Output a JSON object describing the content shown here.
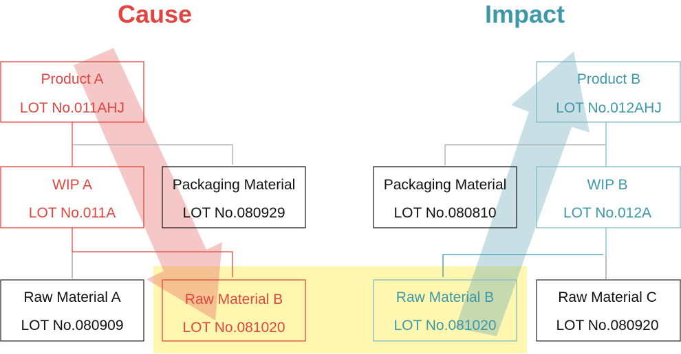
{
  "colors": {
    "cause": "#e0463f",
    "impact": "#3d98a8",
    "neutral": "#111111",
    "highlight": "#fff7b0"
  },
  "cause": {
    "title": "Cause",
    "product": {
      "name": "Product A",
      "lot": "LOT No.011AHJ"
    },
    "wip": {
      "name": "WIP A",
      "lot": "LOT No.011A"
    },
    "packaging": {
      "name": "Packaging Material",
      "lot": "LOT No.080929"
    },
    "raw_a": {
      "name": "Raw Material A",
      "lot": "LOT No.080909"
    },
    "raw_b": {
      "name": "Raw Material B",
      "lot": "LOT No.081020"
    }
  },
  "impact": {
    "title": "Impact",
    "product": {
      "name": "Product B",
      "lot": "LOT No.012AHJ"
    },
    "wip": {
      "name": "WIP B",
      "lot": "LOT No.012A"
    },
    "packaging": {
      "name": "Packaging Material",
      "lot": "LOT No.080810"
    },
    "raw_b": {
      "name": "Raw Material B",
      "lot": "LOT No.081020"
    },
    "raw_c": {
      "name": "Raw Material C",
      "lot": "LOT No.080920"
    }
  }
}
